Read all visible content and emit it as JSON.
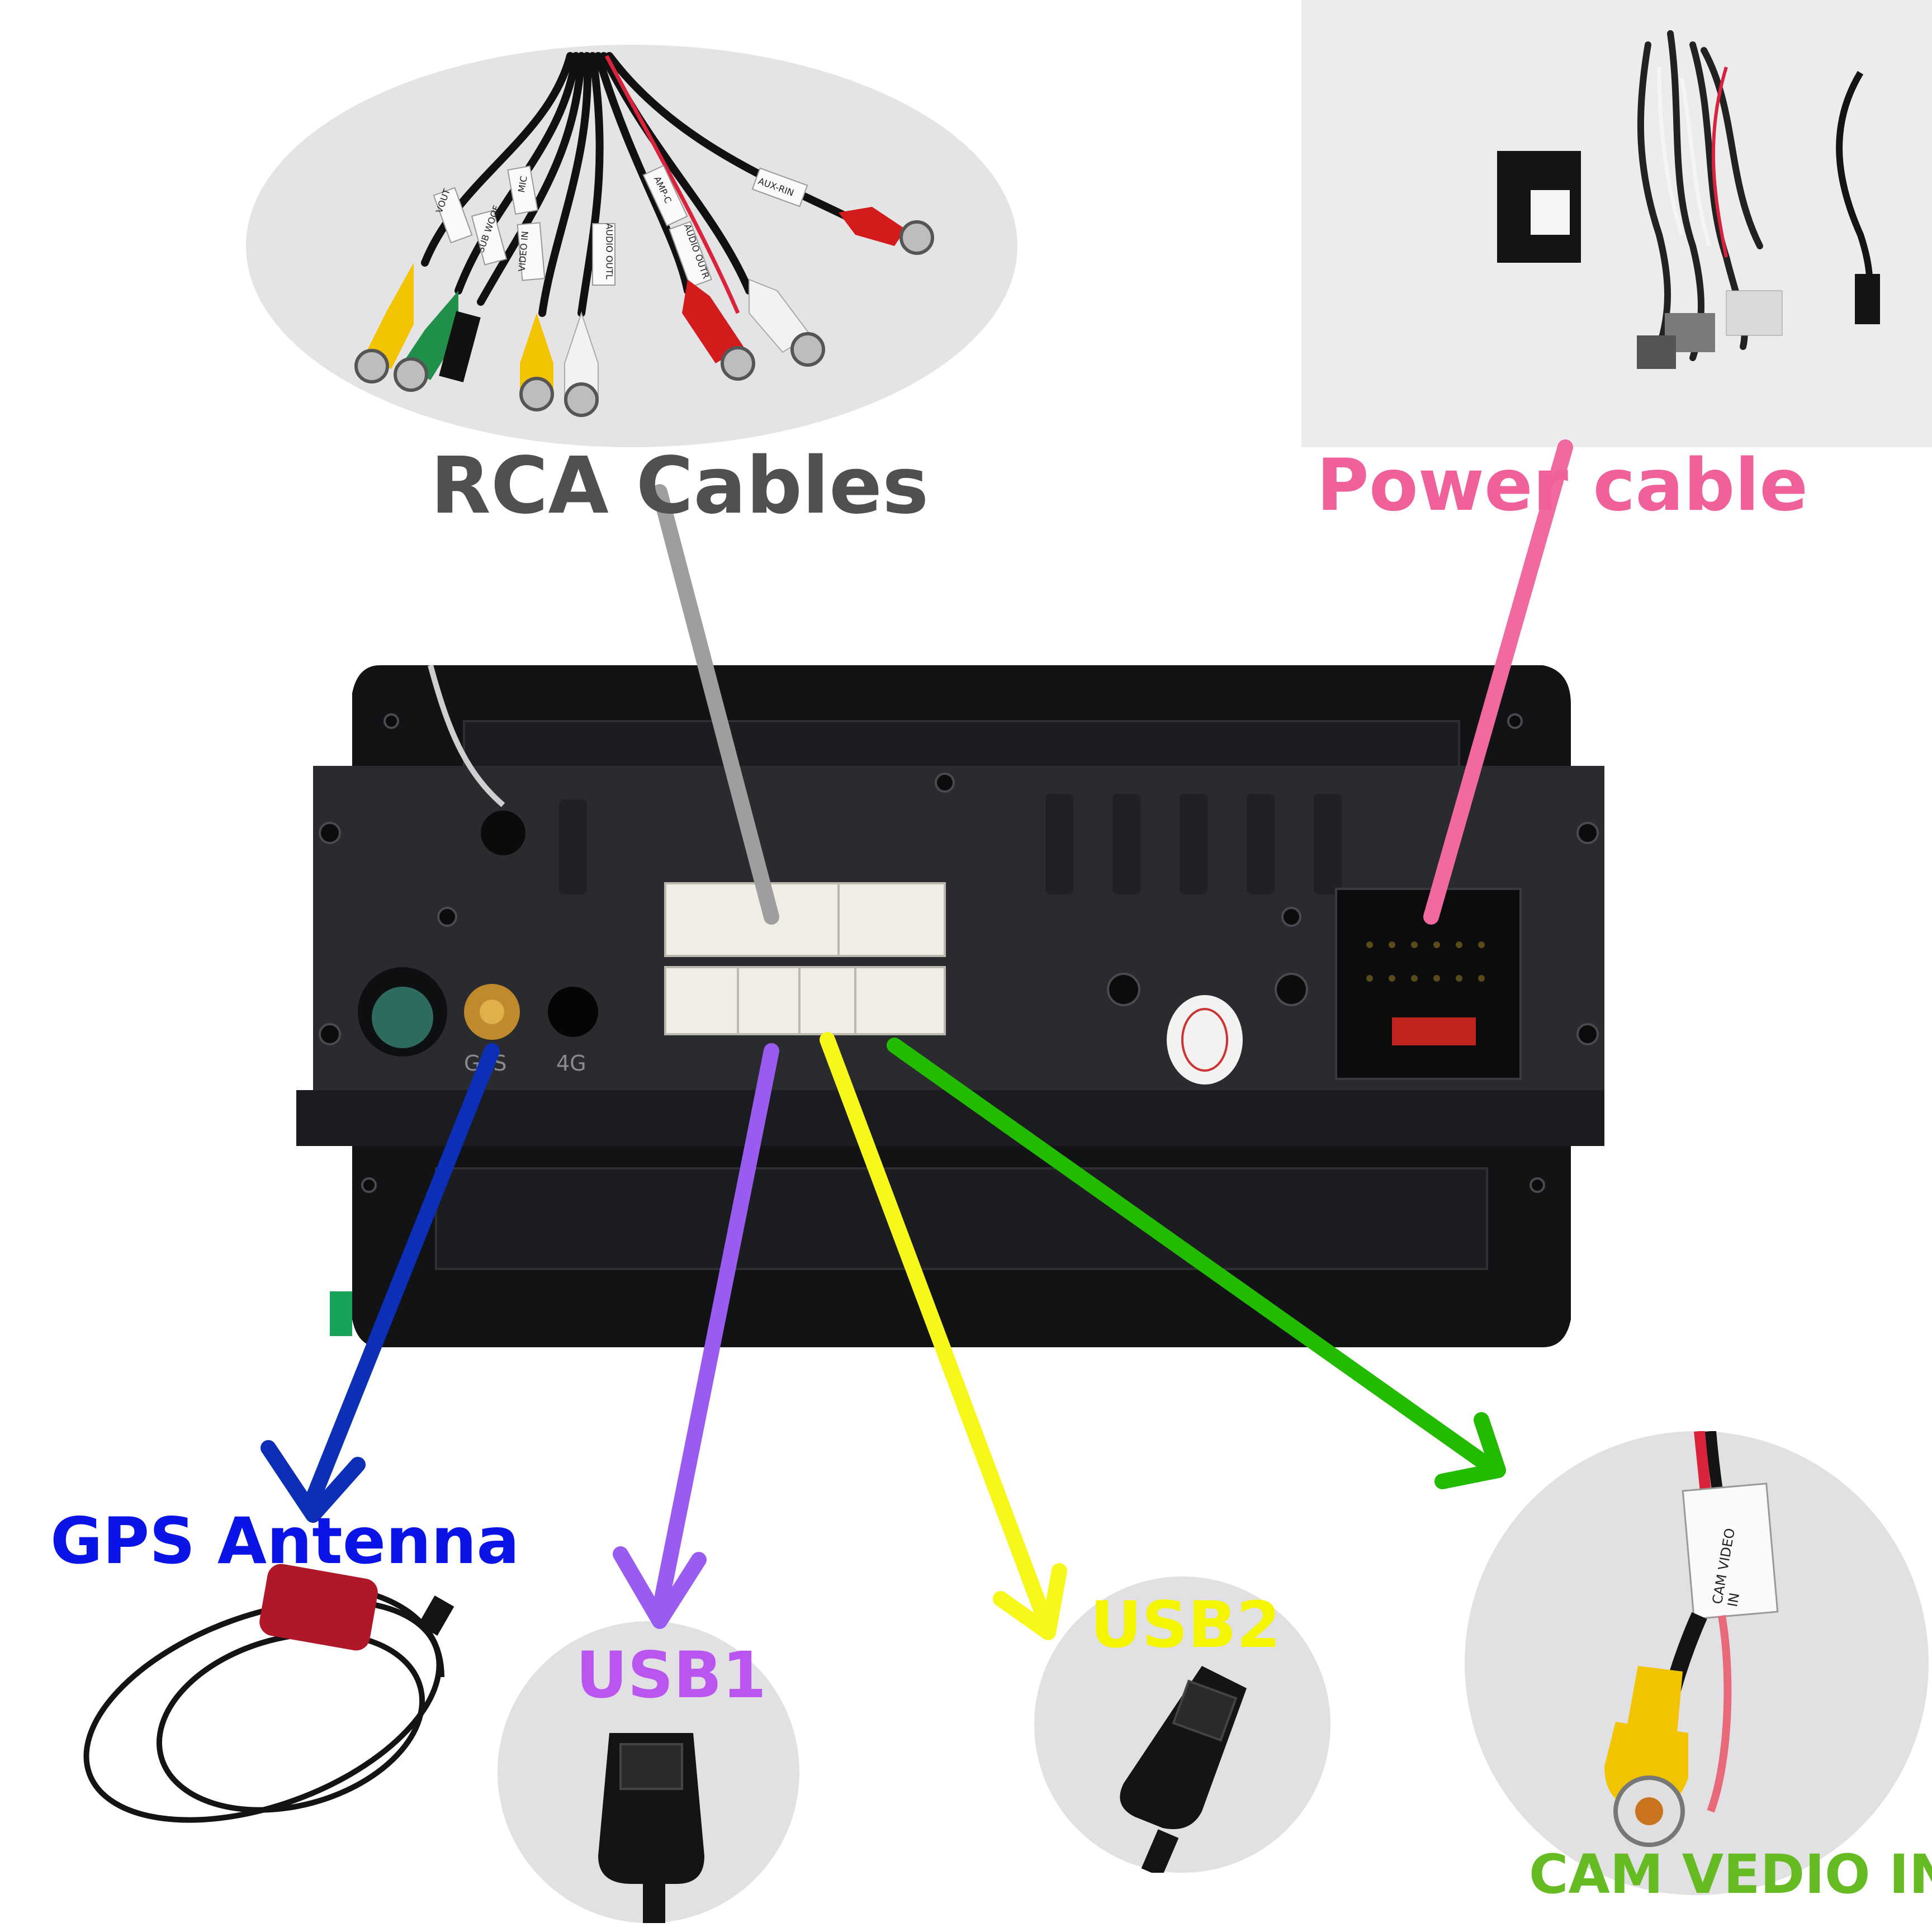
{
  "labels": {
    "rca": "RCA Cables",
    "power": "Power cable",
    "gps": "GPS Antenna",
    "usb1": "USB1",
    "usb2": "USB2",
    "cam": "CAM VEDIO IN"
  },
  "cable_tags": [
    "VOUT",
    "SUB WOOF",
    "MIC",
    "VIDEO IN",
    "AUDIO OUTL",
    "AMP-C",
    "AUDIO OUTR",
    "AUX-RIN"
  ],
  "cam_tag": "CAM VIDEO IN",
  "unit_marks": {
    "gps_port": "GPS",
    "ant_port": "4G"
  },
  "colors": {
    "rca": "#505050",
    "power": "#f0609a",
    "gps": "#0a14e6",
    "usb1": "#bb55f0",
    "usb2": "#f5f500",
    "cam": "#66bb22",
    "arrow_rca": "#9e9e9e",
    "arrow_power": "#f2699f",
    "arrow_gps": "#0d2fb8",
    "arrow_usb1": "#9a5cf0",
    "arrow_usb2": "#f7f71a",
    "arrow_cam": "#22bb00"
  }
}
